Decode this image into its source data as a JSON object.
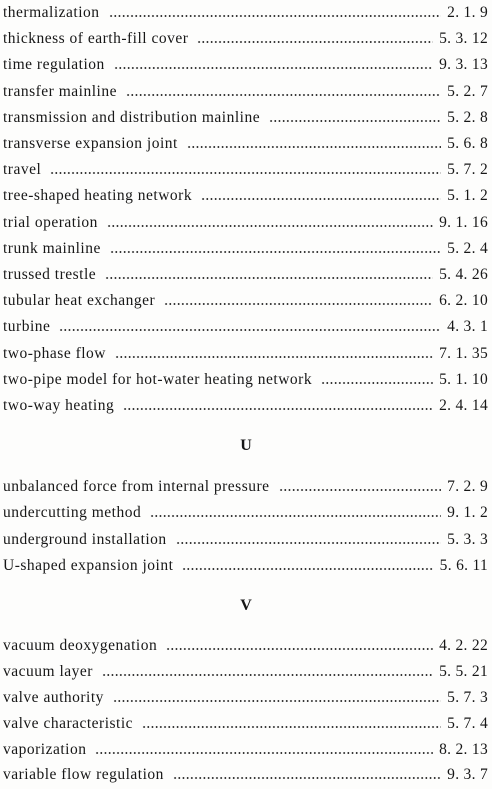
{
  "sections": [
    {
      "entries": [
        {
          "term": "thermalization",
          "ref": "2. 1. 9"
        },
        {
          "term": "thickness of earth-fill cover",
          "ref": "5. 3. 12"
        },
        {
          "term": "time regulation",
          "ref": "9. 3. 13"
        },
        {
          "term": "transfer mainline",
          "ref": "5. 2. 7"
        },
        {
          "term": "transmission and distribution mainline",
          "ref": "5. 2. 8"
        },
        {
          "term": "transverse expansion joint",
          "ref": "5. 6. 8"
        },
        {
          "term": "travel",
          "ref": "5. 7. 2"
        },
        {
          "term": "tree-shaped heating network",
          "ref": "5. 1. 2"
        },
        {
          "term": "trial operation",
          "ref": "9. 1. 16"
        },
        {
          "term": "trunk mainline",
          "ref": "5. 2. 4"
        },
        {
          "term": "trussed trestle",
          "ref": "5. 4. 26"
        },
        {
          "term": "tubular heat exchanger",
          "ref": "6. 2. 10"
        },
        {
          "term": "turbine",
          "ref": "4. 3. 1"
        },
        {
          "term": "two-phase flow",
          "ref": "7. 1. 35"
        },
        {
          "term": "two-pipe model for hot-water heating network",
          "ref": "5. 1. 10"
        },
        {
          "term": "two-way heating",
          "ref": "2. 4. 14"
        }
      ]
    },
    {
      "letter": "U",
      "entries": [
        {
          "term": "unbalanced force from internal pressure",
          "ref": "7. 2. 9"
        },
        {
          "term": "undercutting method",
          "ref": "9. 1. 2"
        },
        {
          "term": "underground installation",
          "ref": "5. 3. 3"
        },
        {
          "term": "U-shaped expansion joint",
          "ref": "5. 6. 11"
        }
      ]
    },
    {
      "letter": "V",
      "entries": [
        {
          "term": "vacuum deoxygenation",
          "ref": "4. 2. 22"
        },
        {
          "term": "vacuum layer",
          "ref": "5. 5. 21"
        },
        {
          "term": "valve authority",
          "ref": "5. 7. 3"
        },
        {
          "term": "valve characteristic",
          "ref": "5. 7. 4"
        },
        {
          "term": "vaporization",
          "ref": "8. 2. 13"
        },
        {
          "term": "variable flow regulation",
          "ref": "9. 3. 7"
        }
      ]
    }
  ]
}
